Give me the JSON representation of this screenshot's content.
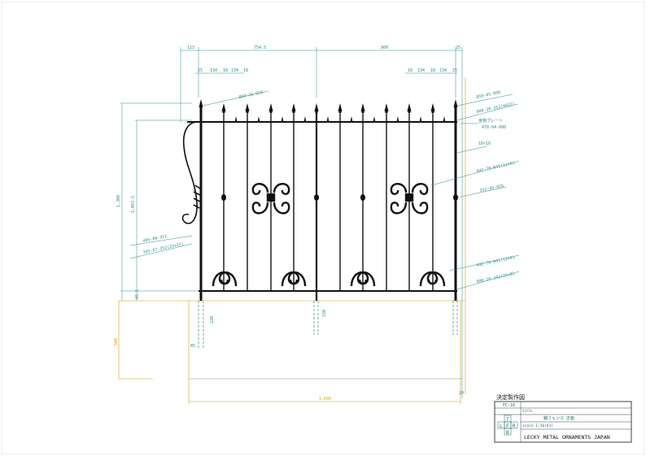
{
  "drawing": {
    "colors": {
      "fence": "#111111",
      "dimension": "#2a8a8a",
      "ground": "#d4a017",
      "frame": "#555555"
    },
    "top_dimensions": {
      "d123": "123",
      "d754": "754.5",
      "d900": "900",
      "d25": "25"
    },
    "sub_dimensions_left": [
      "25",
      "134",
      "18",
      "134",
      "18"
    ],
    "sub_dimensions_right": [
      "18",
      "134",
      "18",
      "134",
      "25"
    ],
    "vertical_dimensions": {
      "height_total": "1,300",
      "height_fence": "1,093.5",
      "base": "49.5"
    },
    "ground_dimensions": {
      "depth": "500",
      "total_width": "1,600",
      "post_embed": "220",
      "post_embed_center": "150",
      "post_width": "85",
      "right_gap": "20"
    },
    "callouts": {
      "finial_left": "Ø60-26-020",
      "finial_right": "Ø59-05-000",
      "top_rail": "000-20-312(4012)",
      "plate": "金物プレート",
      "plate_code": "478-04-000",
      "post": "16×16",
      "scroll_upper": "442-70-041(12×6)",
      "knob": "323-05-026",
      "scroll_lower": "442-70-041(12×6)",
      "bottom_rail": "000-20-242(25×8)",
      "side_code_1": "495-00-312",
      "side_code_2": "345-47-352(25×25)"
    },
    "title_block": {
      "heading": "決定製作図",
      "model": "FC-10",
      "title_label": "title",
      "title_value": "鎮フェンス 正面",
      "scale_row": "scale 1:10(A3)",
      "letters": [
        "T",
        "L",
        "F",
        "R",
        "B"
      ],
      "company": "LECKY METAL ORNAMENTS JAPAN"
    }
  }
}
